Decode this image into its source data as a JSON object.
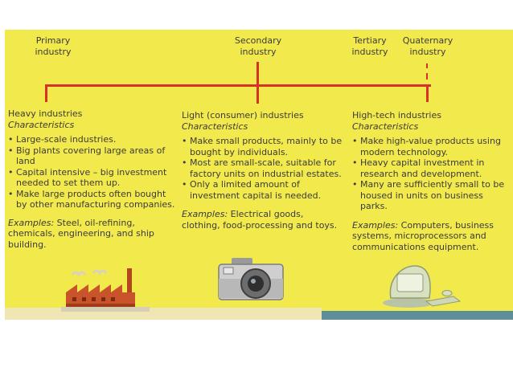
{
  "headers": {
    "primary": "Primary\nindustry",
    "secondary": "Secondary\nindustry",
    "tertiary": "Tertiary\nindustry",
    "quaternary": "Quaternary\nindustry"
  },
  "columns": [
    {
      "title": "Heavy industries",
      "subtitle": "Characteristics",
      "bullets": [
        "Large-scale industries.",
        "Big plants covering large areas of land",
        "Capital intensive – big investment needed to set them up.",
        "Make large products often bought by other manufacturing companies."
      ],
      "examples_label": "Examples:",
      "examples_text": " Steel, oil-refining, chemicals, engineering, and ship building."
    },
    {
      "title": "Light (consumer) industries",
      "subtitle": "Characteristics",
      "bullets": [
        "Make small products, mainly to be bought by individuals.",
        "Most are small-scale, suitable for factory units on industrial estates.",
        "Only a limited amount of investment capital is needed."
      ],
      "examples_label": "Examples:",
      "examples_text": " Electrical goods, clothing, food-processing and toys."
    },
    {
      "title": "High-tech industries",
      "subtitle": "Characteristics",
      "bullets": [
        "Make high-value products using modern technology.",
        "Heavy capital investment in research and development.",
        "Many are sufficiently small to be housed in units on business parks."
      ],
      "examples_label": "Examples:",
      "examples_text": " Computers, business systems, microprocessors and communications equipment."
    }
  ],
  "colors": {
    "panel": "#f2e94c",
    "timeline": "#d8312a",
    "text": "#3b3b3b"
  }
}
